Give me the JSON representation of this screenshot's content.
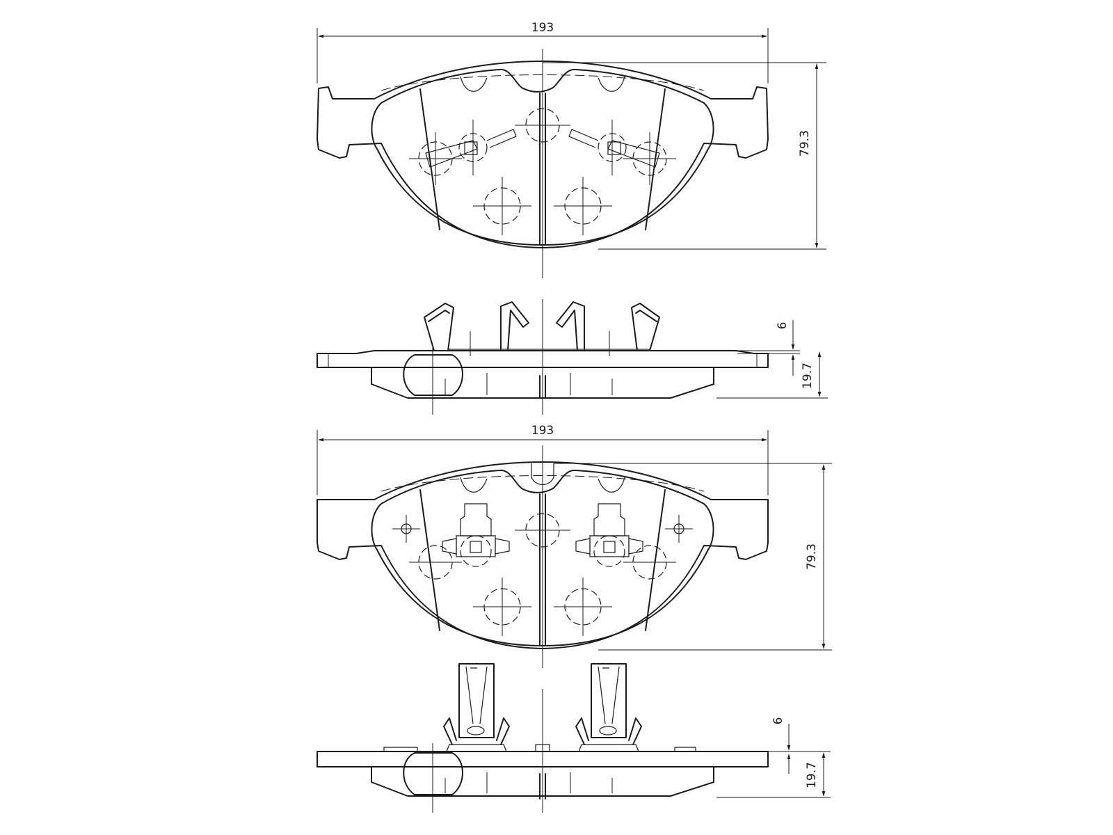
{
  "views": {
    "top_pad": {
      "width_label": "193",
      "height_label": "79.3"
    },
    "top_side": {
      "shim_label": "6",
      "thickness_label": "19.7"
    },
    "bottom_pad": {
      "width_label": "193",
      "height_label": "79.3"
    },
    "bottom_side": {
      "shim_label": "6",
      "thickness_label": "19.7"
    }
  },
  "colors": {
    "line": "#1a1a1a",
    "background": "#ffffff"
  }
}
